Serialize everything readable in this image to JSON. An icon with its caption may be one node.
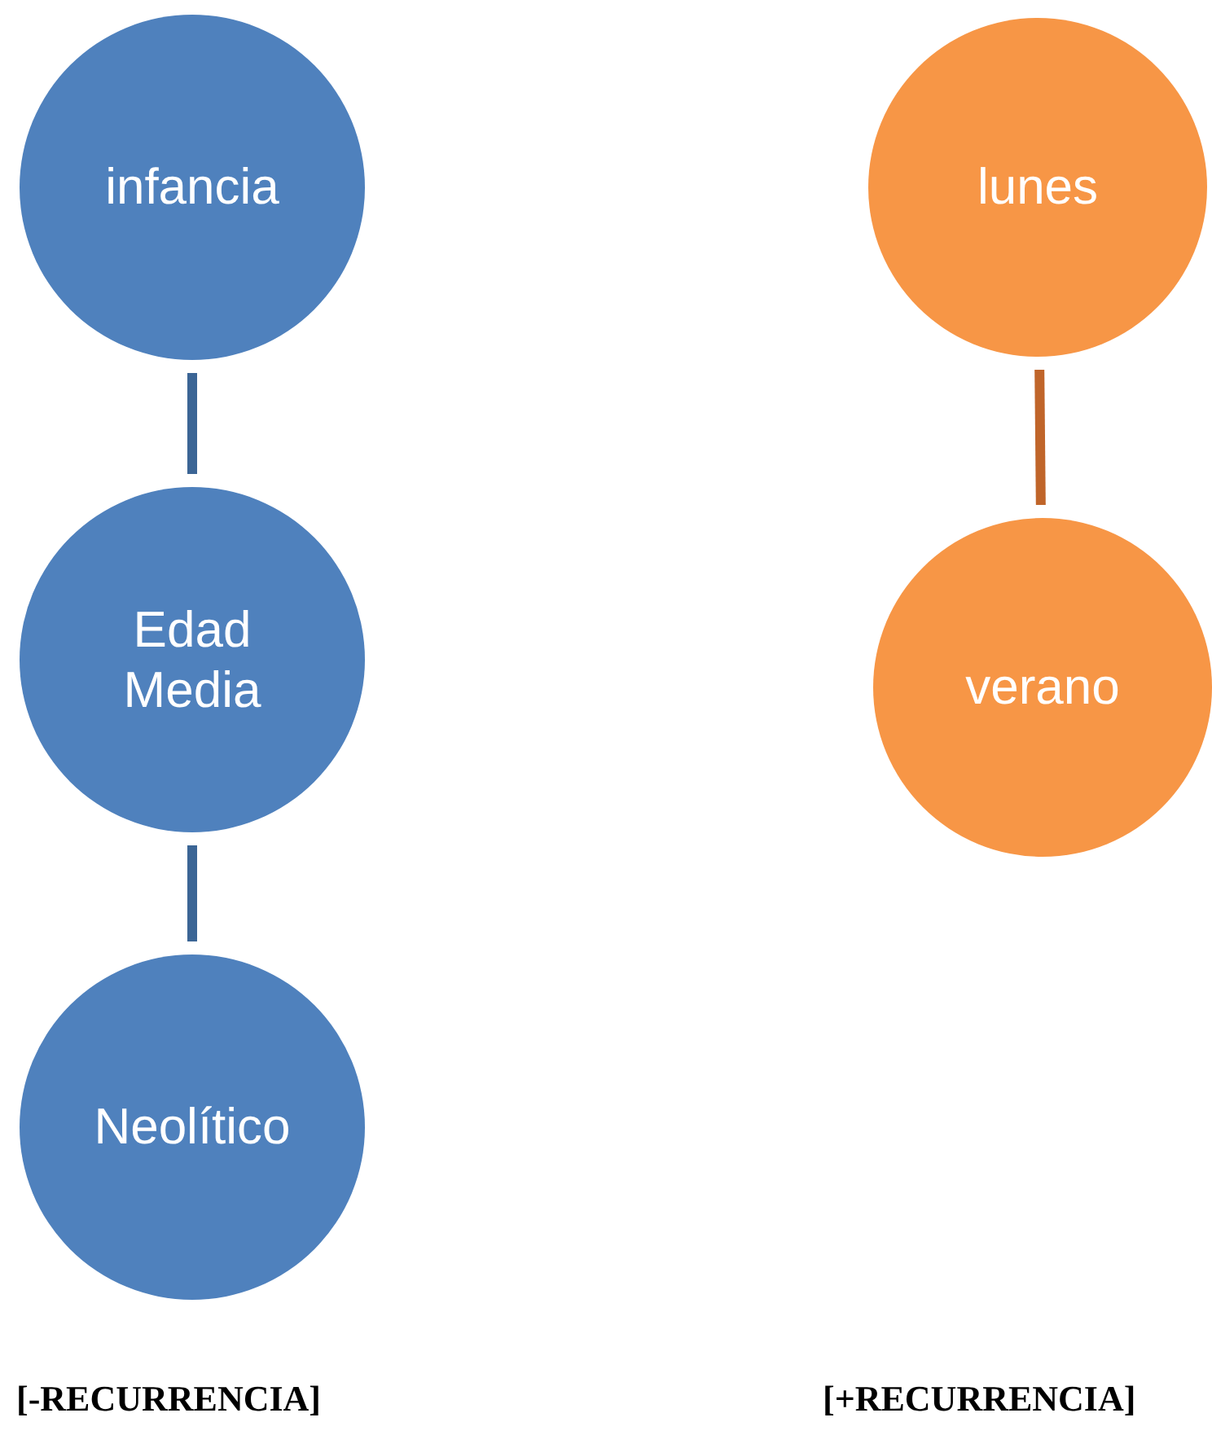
{
  "diagram": {
    "nodes": [
      {
        "text": [
          "infancia"
        ]
      },
      {
        "text": [
          "Edad Media"
        ]
      },
      {
        "text": [
          "Neolítico"
        ]
      },
      {
        "text": [
          "lunes"
        ]
      },
      {
        "text": [
          "verano"
        ]
      }
    ],
    "edges": [
      {
        "from": 0,
        "to": 1,
        "arrow": "none"
      },
      {
        "from": 1,
        "to": 2,
        "arrow": "none"
      },
      {
        "from": 3,
        "to": 4,
        "arrow": "none",
        "color": "#c0652a"
      }
    ],
    "labels": [
      "[-RECURRENCIA]",
      "[+RECURRENCIA]"
    ]
  }
}
